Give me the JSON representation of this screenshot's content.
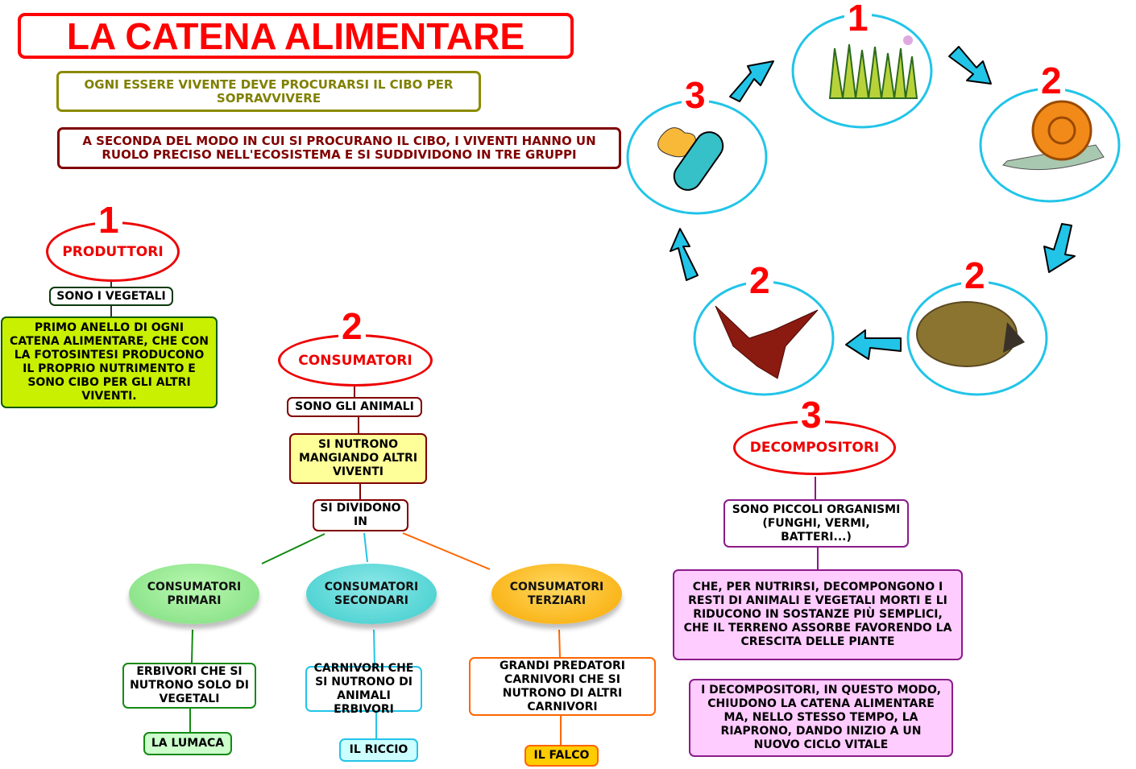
{
  "title": "LA CATENA ALIMENTARE",
  "intro1": "OGNI ESSERE VIVENTE DEVE PROCURARSI IL CIBO PER SOPRAVVIVERE",
  "intro2": "A SECONDA DEL MODO IN CUI SI PROCURANO IL CIBO, I VIVENTI HANNO UN RUOLO PRECISO NELL'ECOSISTEMA E SI SUDDIVIDONO IN TRE GRUPPI",
  "produttori": {
    "num": "1",
    "label": "PRODUTTORI",
    "sub": "SONO I VEGETALI",
    "desc": "PRIMO ANELLO DI OGNI CATENA ALIMENTARE, CHE CON LA FOTOSINTESI PRODUCONO IL PROPRIO NUTRIMENTO E SONO CIBO PER GLI ALTRI VIVENTI."
  },
  "consumatori": {
    "num": "2",
    "label": "CONSUMATORI",
    "sub": "SONO GLI ANIMALI",
    "desc": "SI NUTRONO MANGIANDO ALTRI VIVENTI",
    "divide": "SI DIVIDONO IN",
    "groups": [
      {
        "label": "CONSUMATORI PRIMARI",
        "desc": "ERBIVORI CHE SI NUTRONO SOLO DI VEGETALI",
        "example": "LA LUMACA"
      },
      {
        "label": "CONSUMATORI SECONDARI",
        "desc": "CARNIVORI CHE SI NUTRONO DI ANIMALI ERBIVORI",
        "example": "IL RICCIO"
      },
      {
        "label": "CONSUMATORI TERZIARI",
        "desc": "GRANDI PREDATORI CARNIVORI CHE SI NUTRONO DI ALTRI CARNIVORI",
        "example": "IL FALCO"
      }
    ]
  },
  "decompositori": {
    "num": "3",
    "label": "DECOMPOSITORI",
    "sub": "SONO PICCOLI ORGANISMI (FUNGHI, VERMI, BATTERI...)",
    "desc": "CHE, PER NUTRIRSI, DECOMPONGONO I RESTI DI ANIMALI E VEGETALI MORTI E LI RIDUCONO IN SOSTANZE PIÙ SEMPLICI, CHE IL TERRENO ASSORBE FAVORENDO LA CRESCITA DELLE PIANTE",
    "desc2": "I DECOMPOSITORI, IN QUESTO MODO, CHIUDONO LA CATENA ALIMENTARE MA, NELLO STESSO TEMPO, LA RIAPRONO, DANDO INIZIO A UN NUOVO CICLO VITALE"
  },
  "cycle": {
    "n_grass": "1",
    "n_snail": "2",
    "n_hedgehog": "2",
    "n_eagle": "2",
    "n_bacteria": "3"
  },
  "colors": {
    "red": "#ff0000",
    "cyan": "#22c4e8",
    "olive": "#808000",
    "maroon": "#800000",
    "purple": "#8b1a8b"
  }
}
